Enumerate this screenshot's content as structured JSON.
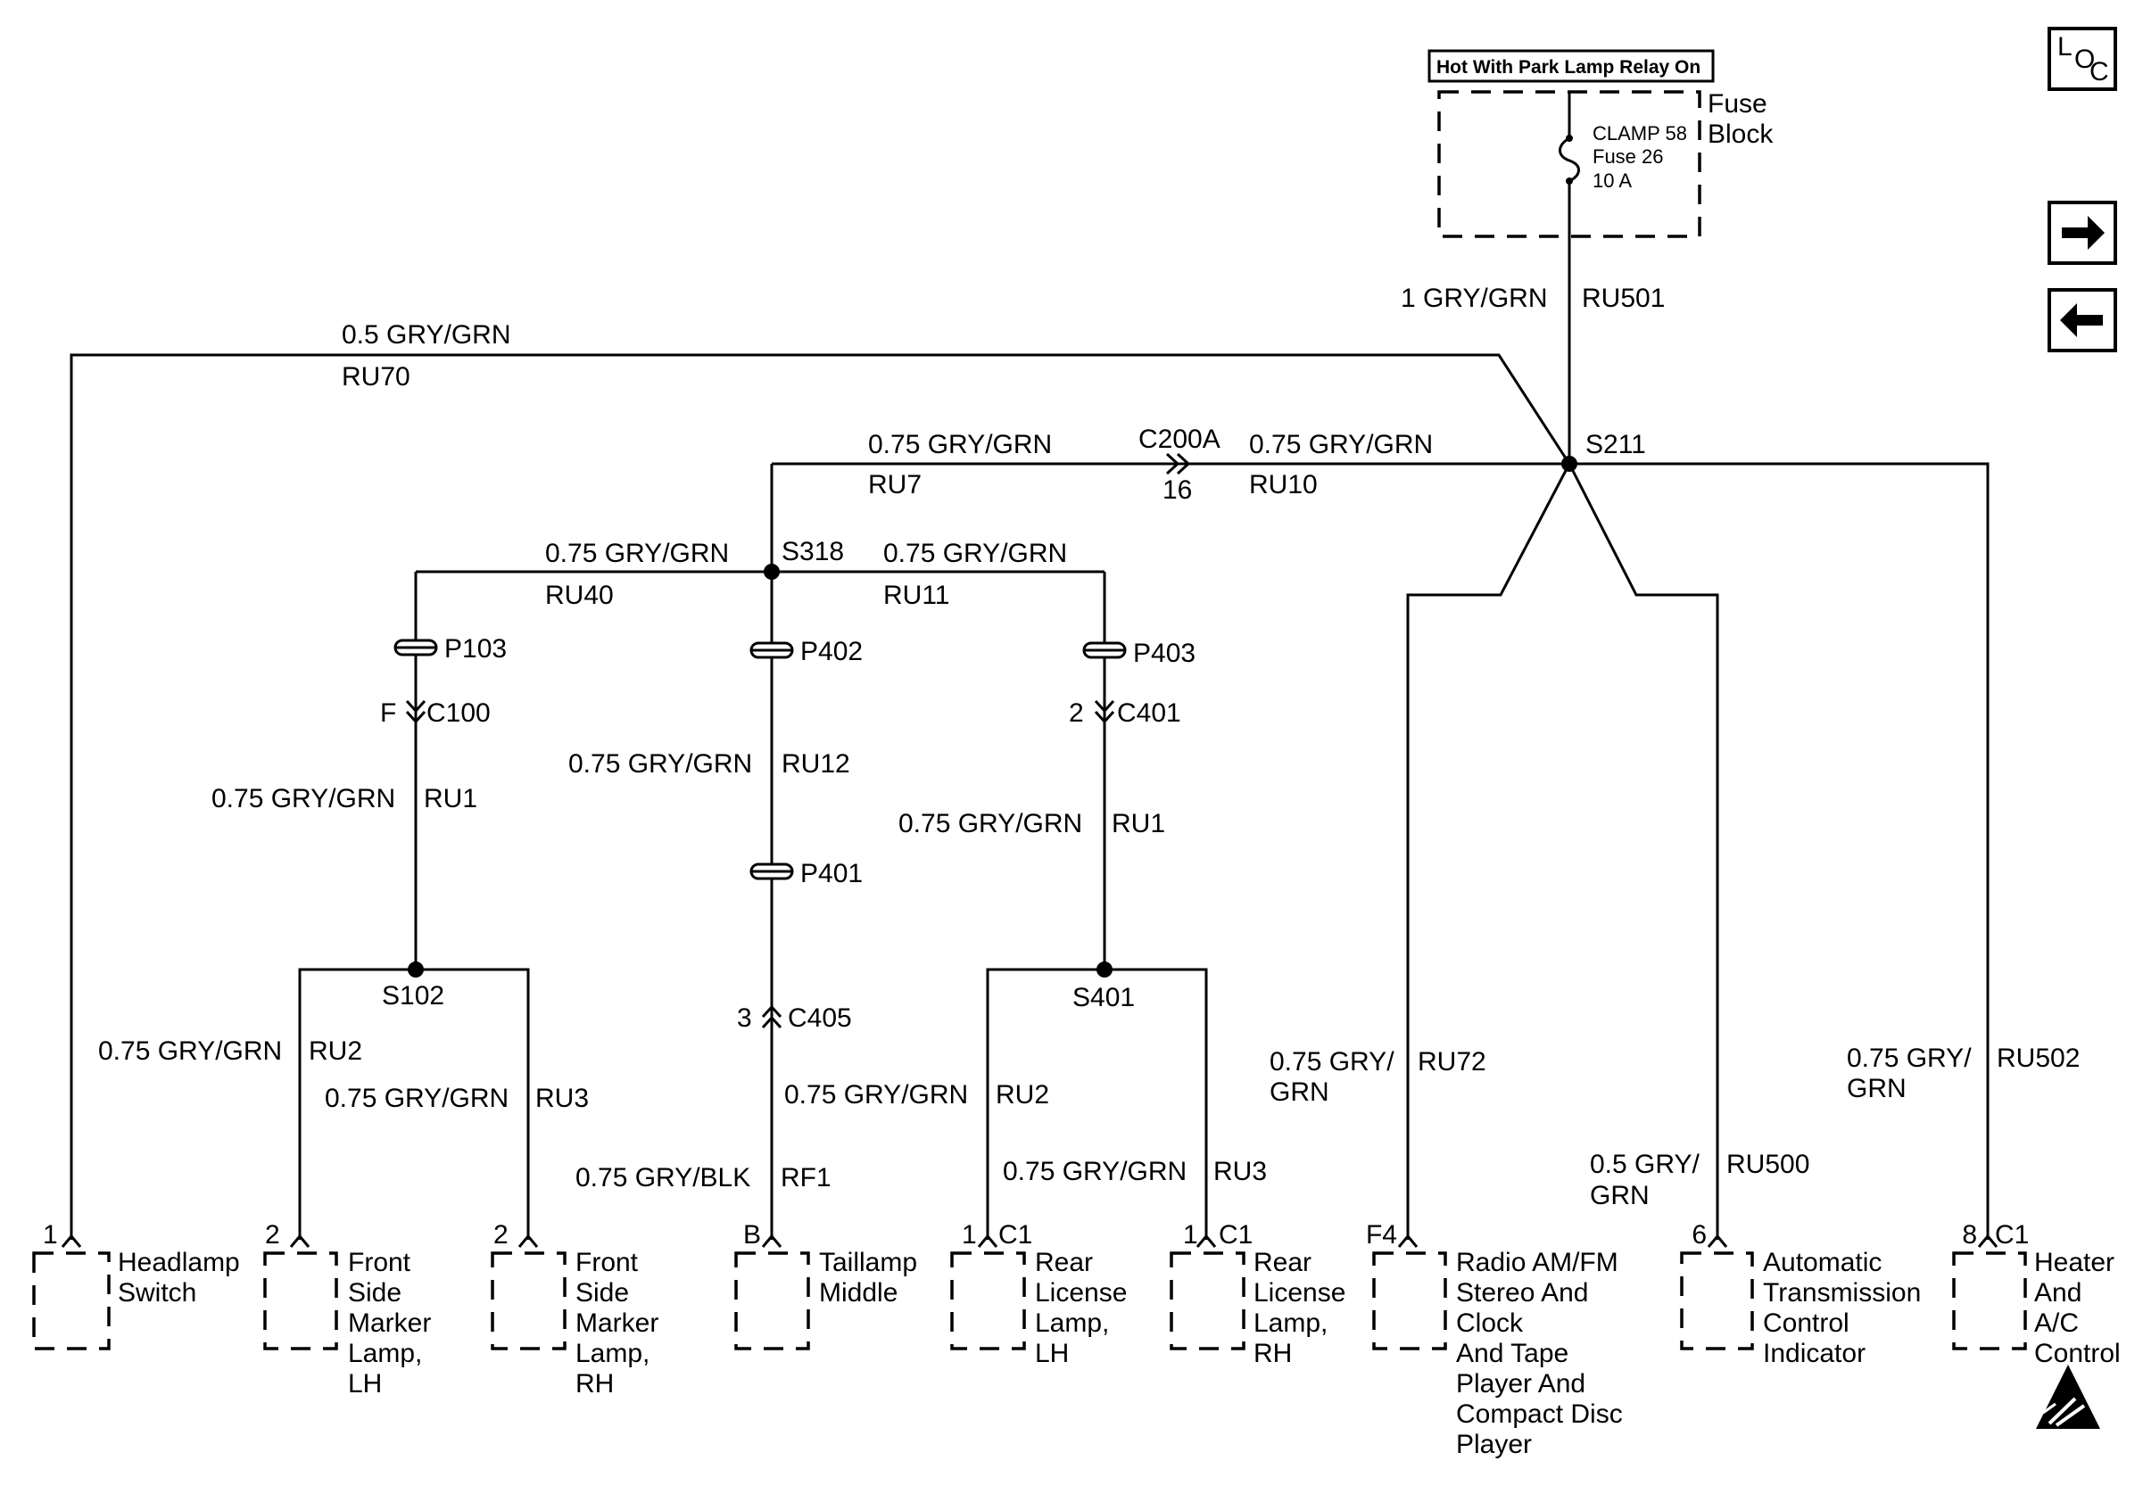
{
  "header": {
    "power_label": "Hot With Park Lamp Relay On"
  },
  "fuse_block": {
    "title_line1": "Fuse",
    "title_line2": "Block",
    "clamp": "CLAMP 58",
    "fuse": "Fuse 26",
    "rating": "10 A"
  },
  "nav": {
    "loc_l": "L",
    "loc_o": "O",
    "loc_c": "C",
    "next_icon": "arrow-right-icon",
    "prev_icon": "arrow-left-icon"
  },
  "wires": {
    "ru501_gauge": "1 GRY/GRN",
    "ru501_id": "RU501",
    "ru70_gauge": "0.5 GRY/GRN",
    "ru70_id": "RU70",
    "ru7_gauge": "0.75 GRY/GRN",
    "ru7_id": "RU7",
    "ru10_gauge": "0.75 GRY/GRN",
    "ru10_id": "RU10",
    "ru40_gauge": "0.75 GRY/GRN",
    "ru40_id": "RU40",
    "ru11_gauge": "0.75 GRY/GRN",
    "ru11_id": "RU11",
    "ru12_label": "0.75 GRY/GRN",
    "ru12_id": "RU12",
    "ru1_left_gauge": "0.75 GRY/GRN",
    "ru1_left_id": "RU1",
    "ru1_right_gauge": "0.75 GRY/GRN",
    "ru1_right_id": "RU1",
    "ru2_left_gauge": "0.75 GRY/GRN",
    "ru2_left_id": "RU2",
    "ru3_left_gauge": "0.75 GRY/GRN",
    "ru3_left_id": "RU3",
    "rf1_gauge": "0.75 GRY/BLK",
    "rf1_id": "RF1",
    "ru2_right_gauge": "0.75 GRY/GRN",
    "ru2_right_id": "RU2",
    "ru3_right_gauge": "0.75 GRY/GRN",
    "ru3_right_id": "RU3",
    "ru72_gauge1": "0.75 GRY/",
    "ru72_gauge2": "GRN",
    "ru72_id": "RU72",
    "ru500_gauge1": "0.5 GRY/",
    "ru500_gauge2": "GRN",
    "ru500_id": "RU500",
    "ru502_gauge1": "0.75 GRY/",
    "ru502_gauge2": "GRN",
    "ru502_id": "RU502"
  },
  "splices": {
    "s211": "S211",
    "s318": "S318",
    "s102": "S102",
    "s401": "S401"
  },
  "connectors": {
    "c200a": "C200A",
    "c200a_pin": "16",
    "p103": "P103",
    "p402": "P402",
    "p403": "P403",
    "p401": "P401",
    "c100_pin": "F",
    "c100": "C100",
    "c401_pin": "2",
    "c401": "C401",
    "c405_pin": "3",
    "c405": "C405"
  },
  "components": [
    {
      "pin": "1",
      "conn": "",
      "lines": [
        "Headlamp",
        "Switch"
      ]
    },
    {
      "pin": "2",
      "conn": "",
      "lines": [
        "Front",
        "Side",
        "Marker",
        "Lamp,",
        "LH"
      ]
    },
    {
      "pin": "2",
      "conn": "",
      "lines": [
        "Front",
        "Side",
        "Marker",
        "Lamp,",
        "RH"
      ]
    },
    {
      "pin": "B",
      "conn": "",
      "lines": [
        "Taillamp",
        "Middle"
      ]
    },
    {
      "pin": "1",
      "conn": "C1",
      "lines": [
        "Rear",
        "License",
        "Lamp,",
        "LH"
      ]
    },
    {
      "pin": "1",
      "conn": "C1",
      "lines": [
        "Rear",
        "License",
        "Lamp,",
        "RH"
      ]
    },
    {
      "pin": "F4",
      "conn": "",
      "lines": [
        "Radio AM/FM",
        "Stereo And",
        "Clock",
        "And Tape",
        "Player And",
        "Compact Disc",
        "Player"
      ]
    },
    {
      "pin": "6",
      "conn": "",
      "lines": [
        "Automatic",
        "Transmission",
        "Control",
        "Indicator"
      ]
    },
    {
      "pin": "8",
      "conn": "C1",
      "lines": [
        "Heater",
        "And",
        "A/C",
        "Control"
      ]
    }
  ],
  "icons": {
    "esd": "esd-warning-icon"
  }
}
